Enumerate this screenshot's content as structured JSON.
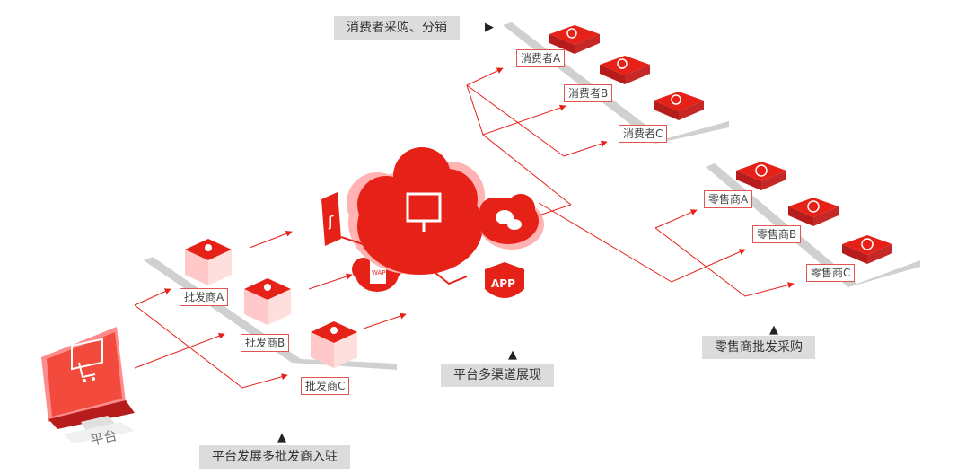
{
  "captions": {
    "consumer_flow": "消费者采购、分销",
    "retailer_flow": "零售商批发采购",
    "channels": "平台多渠道展现",
    "wholesaler_entry": "平台发展多批发商入驻"
  },
  "platform_label": "平台",
  "wholesalers": [
    "批发商A",
    "批发商B",
    "批发商C"
  ],
  "consumers": [
    "消费者A",
    "消费者B",
    "消费者C"
  ],
  "retailers": [
    "零售商A",
    "零售商B",
    "零售商C"
  ],
  "app_label": "APP",
  "wap_label": "WAP",
  "colors": {
    "accent": "#e62117",
    "accent_light": "#ff8c8c",
    "accent_soft": "#ffd6d6",
    "rail": "#c9c9c9",
    "caption_bg": "#dcdcdc"
  }
}
